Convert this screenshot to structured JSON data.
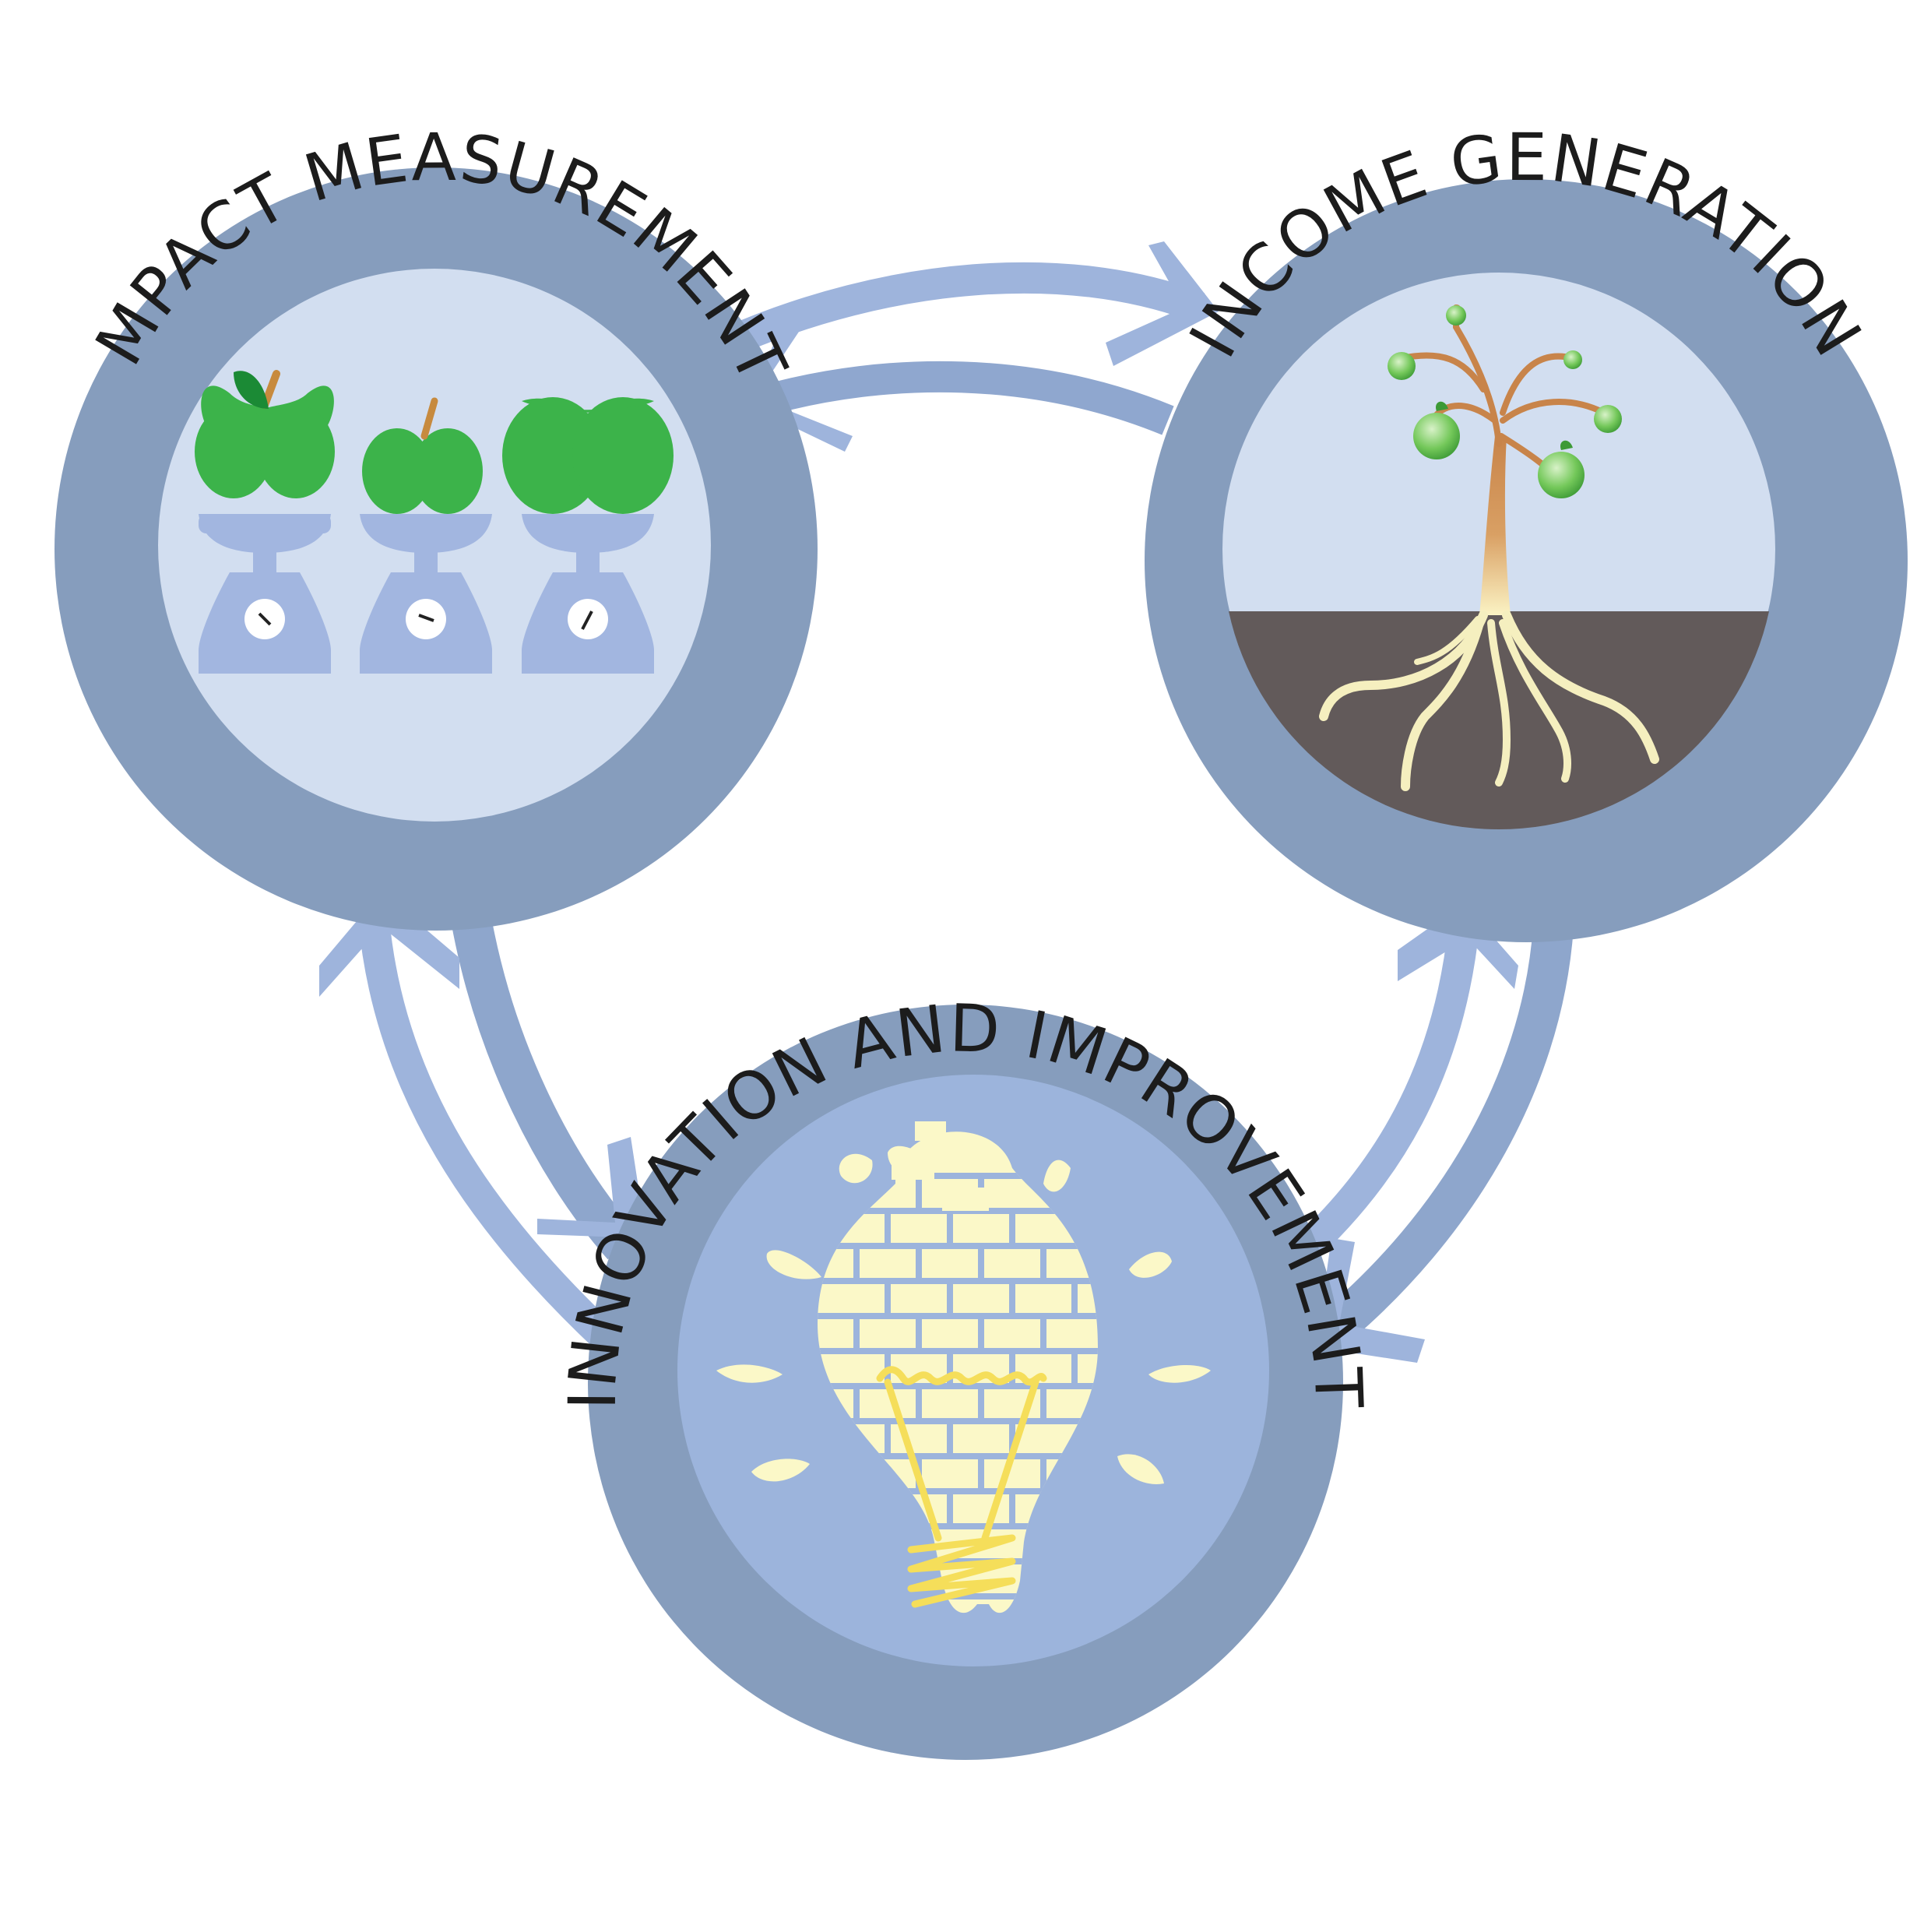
{
  "nodes": {
    "impact": {
      "label": "IMPACT MEASUREMENT",
      "icon": "scales-with-apples-icon"
    },
    "income": {
      "label": "INCOME GENERATION",
      "icon": "apple-tree-icon"
    },
    "innovation": {
      "label": "INNOVATION AND IMPROVEMENT",
      "icon": "brick-lightbulb-icon"
    }
  },
  "colors": {
    "ring": "#869dbd",
    "ring_dark": "#7f97b8",
    "inner_light": "#d2def0",
    "inner_blue": "#9cb4dc",
    "arrow": "#9eb4dc",
    "apple_green": "#3cb34a",
    "soil": "#625a5a",
    "bulb_yellow": "#fbf8c8",
    "filament": "#f5de5a",
    "text": "#1c1c1c"
  }
}
